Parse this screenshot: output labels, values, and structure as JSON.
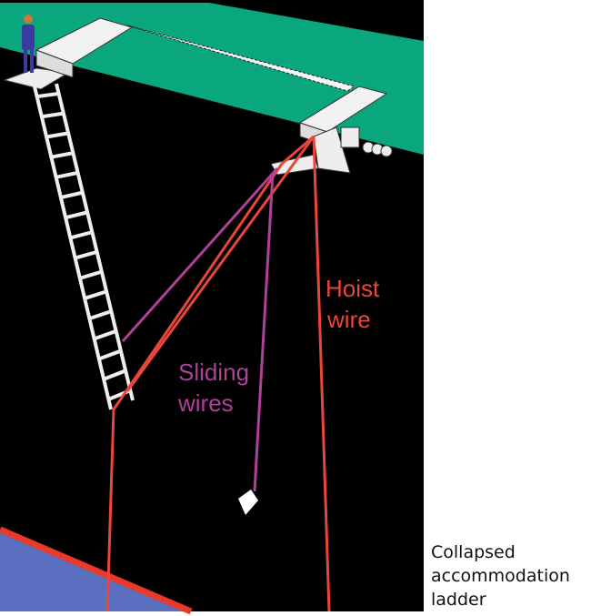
{
  "labels": {
    "hoist": [
      "Hoist",
      "wire"
    ],
    "sliding": [
      "Sliding",
      "wires"
    ]
  },
  "caption": [
    "Collapsed",
    "accommodation",
    "ladder"
  ],
  "colors": {
    "deck": "#0aa67d",
    "hull": "#000000",
    "water": "#5a6fbf",
    "hoist_wire": "#e8463a",
    "sliding_wire": "#b0409a",
    "equipment": "#f2f2f2"
  }
}
